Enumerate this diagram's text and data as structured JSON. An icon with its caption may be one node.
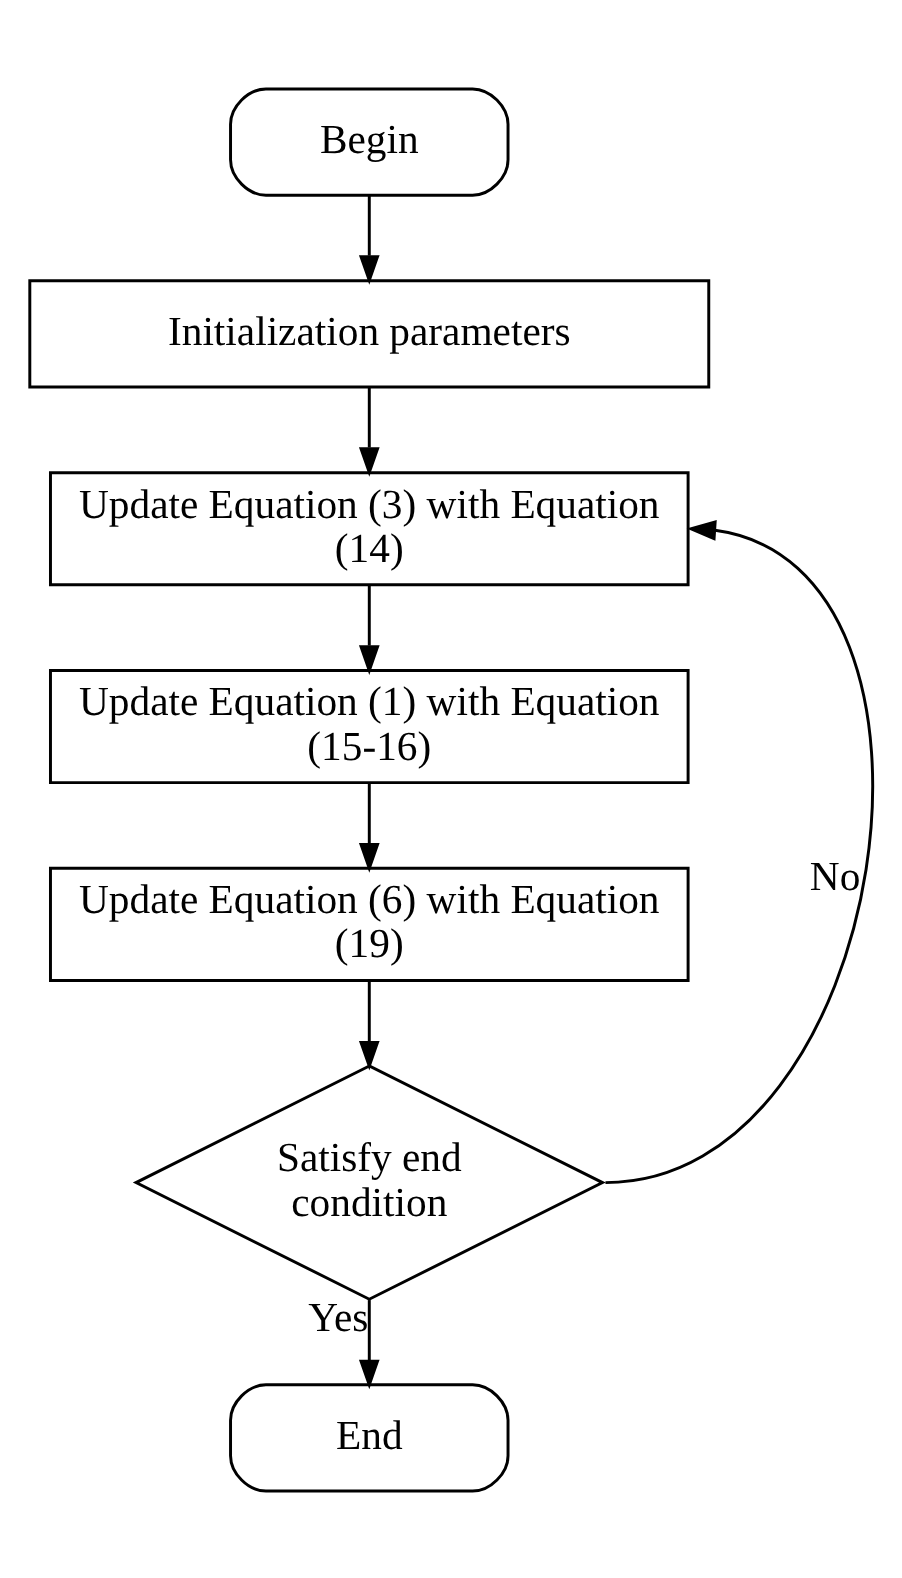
{
  "diagram": {
    "nodes": [
      {
        "text": [
          "Begin"
        ]
      },
      {
        "text": [
          "Initialization parameters"
        ]
      },
      {
        "text": [
          "Update Equation (3) with Equation (14)"
        ]
      },
      {
        "text": [
          "Update Equation (1) with Equation (15-16)"
        ]
      },
      {
        "text": [
          "Update Equation (6) with Equation (19)"
        ]
      },
      {
        "text": [
          "Satisfy end condition"
        ]
      },
      {
        "text": [
          "End"
        ]
      }
    ],
    "edges": [
      {
        "from": 0,
        "to": 1,
        "arrow": "to"
      },
      {
        "from": 1,
        "to": 2,
        "arrow": "to"
      },
      {
        "from": 2,
        "to": 3,
        "arrow": "to"
      },
      {
        "from": 3,
        "to": 4,
        "arrow": "to"
      },
      {
        "from": 4,
        "to": 5,
        "arrow": "to"
      },
      {
        "from": 5,
        "to": 6,
        "arrow": "to",
        "label": "Yes"
      },
      {
        "from": 5,
        "to": 2,
        "arrow": "to",
        "label": "No"
      }
    ]
  }
}
